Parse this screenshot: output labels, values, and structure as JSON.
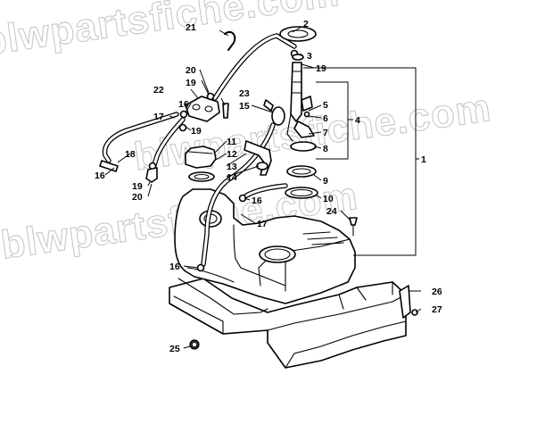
{
  "watermark": {
    "text_a": "blwpartsfiche.com",
    "text_b": "blwpartsfiche.com",
    "text_c": "blwpartsfiche.com"
  },
  "callouts": [
    {
      "id": "c1",
      "label": "1"
    },
    {
      "id": "c2",
      "label": "2"
    },
    {
      "id": "c3",
      "label": "3"
    },
    {
      "id": "c4",
      "label": "4"
    },
    {
      "id": "c5",
      "label": "5"
    },
    {
      "id": "c6",
      "label": "6"
    },
    {
      "id": "c7",
      "label": "7"
    },
    {
      "id": "c8",
      "label": "8"
    },
    {
      "id": "c9",
      "label": "9"
    },
    {
      "id": "c10",
      "label": "10"
    },
    {
      "id": "c11",
      "label": "11"
    },
    {
      "id": "c12",
      "label": "12"
    },
    {
      "id": "c13",
      "label": "13"
    },
    {
      "id": "c14",
      "label": "14"
    },
    {
      "id": "c15",
      "label": "15"
    },
    {
      "id": "c16a",
      "label": "16"
    },
    {
      "id": "c16b",
      "label": "16"
    },
    {
      "id": "c16c",
      "label": "16"
    },
    {
      "id": "c16d",
      "label": "16"
    },
    {
      "id": "c17a",
      "label": "17"
    },
    {
      "id": "c17b",
      "label": "17"
    },
    {
      "id": "c18",
      "label": "18"
    },
    {
      "id": "c19a",
      "label": "19"
    },
    {
      "id": "c19b",
      "label": "19"
    },
    {
      "id": "c19c",
      "label": "19"
    },
    {
      "id": "c19d",
      "label": "19"
    },
    {
      "id": "c20a",
      "label": "20"
    },
    {
      "id": "c20b",
      "label": "20"
    },
    {
      "id": "c21",
      "label": "21"
    },
    {
      "id": "c22",
      "label": "22"
    },
    {
      "id": "c23",
      "label": "23"
    },
    {
      "id": "c24",
      "label": "24"
    },
    {
      "id": "c25",
      "label": "25"
    },
    {
      "id": "c26",
      "label": "26"
    },
    {
      "id": "c27",
      "label": "27"
    }
  ]
}
